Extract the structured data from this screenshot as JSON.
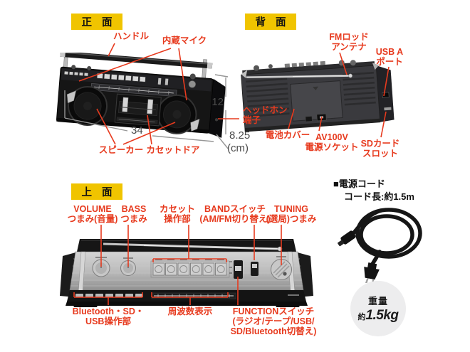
{
  "front": {
    "badge": "正 面",
    "handle": "ハンドル",
    "mic": "内蔵マイク",
    "headphone_l1": "ヘッドホン",
    "headphone_l2": "端子",
    "speaker": "スピーカー",
    "cassette_door": "カセットドア",
    "dims": {
      "width": "34",
      "height": "12",
      "depth": "8.25",
      "unit": "(cm)"
    }
  },
  "back": {
    "badge": "背 面",
    "antenna_l1": "FMロッド",
    "antenna_l2": "アンテナ",
    "usb_l1": "USB A",
    "usb_l2": "ポート",
    "battery": "電池カバー",
    "power_l1": "AV100V",
    "power_l2": "電源ソケット",
    "sd_l1": "SDカード",
    "sd_l2": "スロット"
  },
  "top": {
    "badge": "上 面",
    "volume_l1": "VOLUME",
    "volume_l2": "つまみ(音量)",
    "bass_l1": "BASS",
    "bass_l2": "つまみ",
    "cassette_l1": "カセット",
    "cassette_l2": "操作部",
    "band_l1": "BANDスイッチ",
    "band_l2": "(AM/FM切り替え)",
    "tuning_l1": "TUNING",
    "tuning_l2": "(選局)つまみ",
    "bt_l1": "Bluetooth・SD・",
    "bt_l2": "USB操作部",
    "freq": "周波数表示",
    "function_l1": "FUNCTIONスイッチ",
    "function_l2": "(ラジオ/テープ/USB/",
    "function_l3": "SD/Bluetooth切替え)"
  },
  "cord": {
    "title": "■電源コード",
    "length": "コード長:約1.5m"
  },
  "weight": {
    "label": "重量",
    "approx": "約",
    "value": "1.5kg"
  },
  "colors": {
    "accent_red": "#e73a1e",
    "badge_yellow": "#f0c400",
    "circle_gray": "#ededee"
  }
}
